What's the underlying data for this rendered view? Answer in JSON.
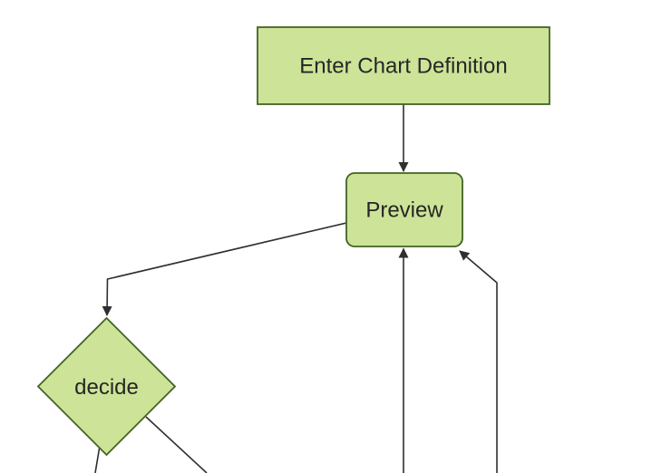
{
  "diagram": {
    "type": "flowchart",
    "direction": "top-down",
    "nodes": [
      {
        "id": "enter-chart-definition",
        "label": "Enter Chart Definition",
        "shape": "rectangle"
      },
      {
        "id": "preview",
        "label": "Preview",
        "shape": "rounded-rectangle"
      },
      {
        "id": "decide",
        "label": "decide",
        "shape": "diamond"
      }
    ],
    "edges": [
      {
        "from": "enter-chart-definition",
        "to": "preview",
        "arrow": true
      },
      {
        "from": "preview",
        "to": "decide",
        "arrow": true
      },
      {
        "from": "decide",
        "to": "offscreen-bottom-left",
        "arrow": false
      },
      {
        "from": "decide",
        "to": "offscreen-bottom-right",
        "arrow": false
      },
      {
        "from": "offscreen-bottom",
        "to": "preview",
        "arrow": true
      },
      {
        "from": "offscreen-bottom-right",
        "to": "preview",
        "arrow": true
      }
    ],
    "colors": {
      "background": "#ffffff",
      "node_fill": "#cde498",
      "node_border": "#426325",
      "edge": "#2f2f2f",
      "label_text": "#262626"
    }
  }
}
